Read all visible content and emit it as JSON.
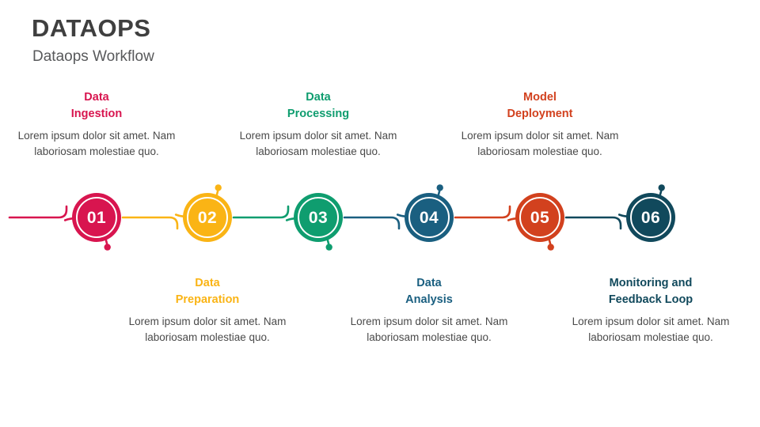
{
  "header": {
    "title": "DATAOPS",
    "subtitle": "Dataops Workflow"
  },
  "palette": {
    "crimson": "#D8154F",
    "amber": "#FAB415",
    "green": "#0F9D6F",
    "steel": "#1A5F80",
    "orange": "#D2411E",
    "navy": "#11495C",
    "title": "#3f3f3f",
    "subtitle": "#58595b",
    "body": "#4a4a4a"
  },
  "steps": [
    {
      "number": "01",
      "heading": "Data Ingestion",
      "heading_line1": "Data",
      "heading_line2": "Ingestion",
      "body": "Lorem ipsum dolor sit amet. Nam laboriosam molestiae quo.",
      "color": "#D8154F",
      "position": "top"
    },
    {
      "number": "02",
      "heading": "Data Preparation",
      "heading_line1": "Data",
      "heading_line2": "Preparation",
      "body": "Lorem ipsum dolor sit amet. Nam laboriosam molestiae quo.",
      "color": "#FAB415",
      "position": "bottom"
    },
    {
      "number": "03",
      "heading": "Data Processing",
      "heading_line1": "Data",
      "heading_line2": "Processing",
      "body": "Lorem ipsum dolor sit amet. Nam laboriosam molestiae quo.",
      "color": "#0F9D6F",
      "position": "top"
    },
    {
      "number": "04",
      "heading": "Data Analysis",
      "heading_line1": "Data",
      "heading_line2": "Analysis",
      "body": "Lorem ipsum dolor sit amet. Nam laboriosam molestiae quo.",
      "color": "#1A5F80",
      "position": "bottom"
    },
    {
      "number": "05",
      "heading": "Model Deployment",
      "heading_line1": "Model",
      "heading_line2": "Deployment",
      "body": "Lorem ipsum dolor sit amet. Nam laboriosam molestiae quo.",
      "color": "#D2411E",
      "position": "top"
    },
    {
      "number": "06",
      "heading": "Monitoring and Feedback Loop",
      "heading_line1": "Monitoring and",
      "heading_line2": "Feedback Loop",
      "body": "Lorem ipsum dolor sit amet. Nam laboriosam molestiae quo.",
      "color": "#11495C",
      "position": "bottom"
    }
  ]
}
